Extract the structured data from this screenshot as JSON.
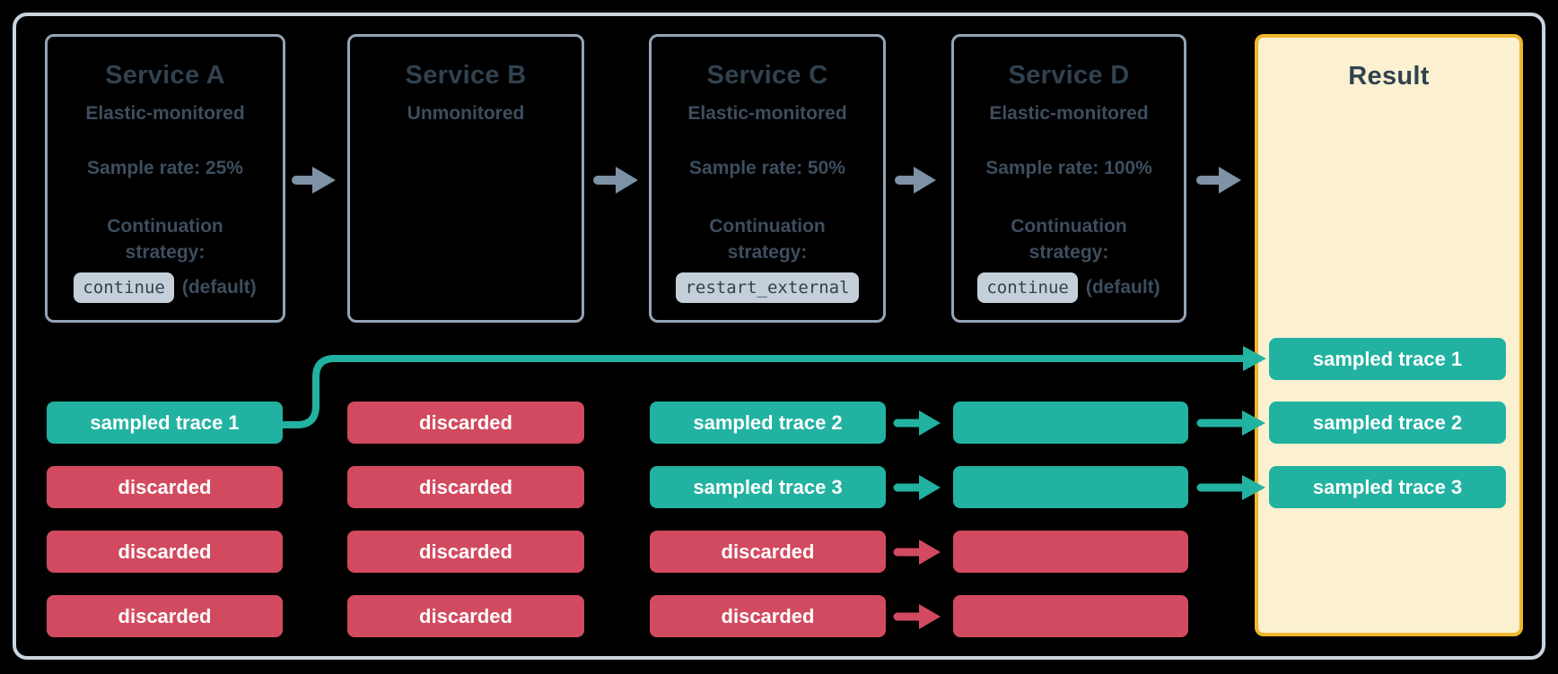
{
  "colors": {
    "background": "#000000",
    "frame_border": "#cbd5df",
    "box_border": "#95a5b6",
    "teal": "#22b2a1",
    "red": "#d24a5f",
    "arrow_gray": "#7e92a5",
    "result_bg": "#fbf1d1",
    "result_border": "#f0b52c",
    "chip_bg": "#c5cfda",
    "title_text": "#31424f",
    "body_text": "#3d4e5e",
    "badge_text": "#ffffff"
  },
  "services": [
    {
      "title": "Service A",
      "monitoring": "Elastic-monitored",
      "sample_rate": "Sample rate: 25%",
      "continuation_label": "Continuation strategy:",
      "strategy_code": "continue",
      "strategy_note": "(default)"
    },
    {
      "title": "Service B",
      "monitoring": "Unmonitored"
    },
    {
      "title": "Service C",
      "monitoring": "Elastic-monitored",
      "sample_rate": "Sample rate: 50%",
      "continuation_label": "Continuation strategy:",
      "strategy_code": "restart_external",
      "strategy_note": ""
    },
    {
      "title": "Service D",
      "monitoring": "Elastic-monitored",
      "sample_rate": "Sample rate: 100%",
      "continuation_label": "Continuation strategy:",
      "strategy_code": "continue",
      "strategy_note": "(default)"
    }
  ],
  "result": {
    "title": "Result",
    "badges": [
      "sampled trace 1",
      "sampled trace 2",
      "sampled trace 3"
    ]
  },
  "traces": {
    "service_a": [
      {
        "label": "sampled trace 1",
        "status": "sampled"
      },
      {
        "label": "discarded",
        "status": "discarded"
      },
      {
        "label": "discarded",
        "status": "discarded"
      },
      {
        "label": "discarded",
        "status": "discarded"
      }
    ],
    "service_b": [
      {
        "label": "discarded",
        "status": "discarded"
      },
      {
        "label": "discarded",
        "status": "discarded"
      },
      {
        "label": "discarded",
        "status": "discarded"
      },
      {
        "label": "discarded",
        "status": "discarded"
      }
    ],
    "service_c": [
      {
        "label": "sampled trace 2",
        "status": "sampled"
      },
      {
        "label": "sampled trace 3",
        "status": "sampled"
      },
      {
        "label": "discarded",
        "status": "discarded"
      },
      {
        "label": "discarded",
        "status": "discarded"
      }
    ],
    "service_d": [
      {
        "label": "",
        "status": "sampled"
      },
      {
        "label": "",
        "status": "sampled"
      },
      {
        "label": "",
        "status": "discarded"
      },
      {
        "label": "",
        "status": "discarded"
      }
    ]
  },
  "icons": {
    "flow_arrow": "right-arrow"
  }
}
